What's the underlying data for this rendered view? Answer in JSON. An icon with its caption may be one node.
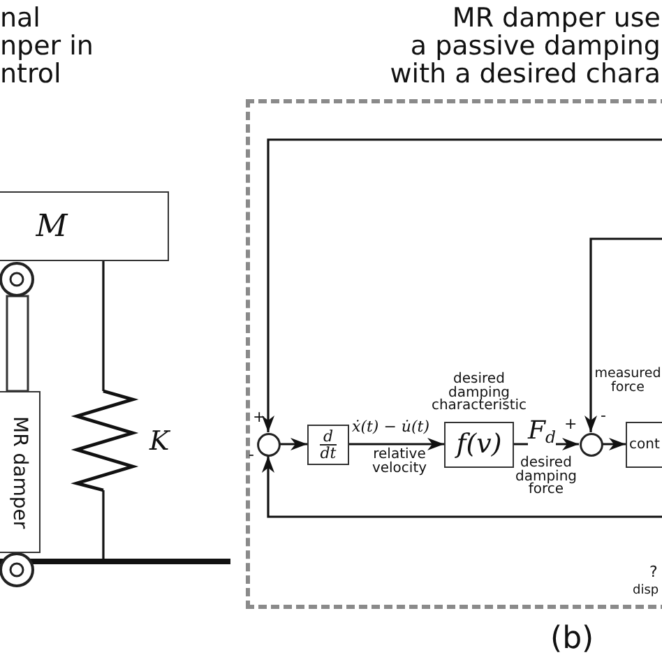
{
  "diagram": {
    "nodes": [
      {
        "text": [
          "M"
        ]
      },
      {
        "text": [
          "MR damper"
        ]
      },
      {
        "text": [
          "MR damper use a passive damping with a desired chara"
        ]
      },
      {
        "text": [],
        "shape": "circle",
        "in": 2,
        "beside": [
          "+",
          "-"
        ]
      },
      {
        "text": [
          "d",
          "dt"
        ],
        "in": 2
      },
      {
        "text": [
          "f(v)"
        ],
        "in": 2,
        "beside": [
          "desired damping characteristic"
        ]
      },
      {
        "text": [],
        "shape": "circle",
        "in": 2,
        "beside": [
          "+",
          "-"
        ]
      },
      {
        "text": [
          "cont"
        ],
        "in": 2
      }
    ],
    "edges": [
      {
        "from": null,
        "to": 3,
        "arrow": "to"
      },
      {
        "from": null,
        "to": 3,
        "arrow": "to"
      },
      {
        "from": 3,
        "to": 4,
        "arrow": "to"
      },
      {
        "from": 4,
        "to": 5,
        "arrow": "to",
        "label": "ẋ(t) − u̇(t)"
      },
      {
        "from": 5,
        "to": 6,
        "arrow": "to",
        "label": "F$_{d}$"
      },
      {
        "from": null,
        "to": 6,
        "arrow": "to",
        "label": "measured force"
      },
      {
        "from": 6,
        "to": 7,
        "arrow": "to"
      }
    ],
    "labels": [
      "nal nper in ntrol",
      "K",
      "relative velocity",
      "desired damping force",
      "?",
      "disp",
      "(b)"
    ]
  }
}
